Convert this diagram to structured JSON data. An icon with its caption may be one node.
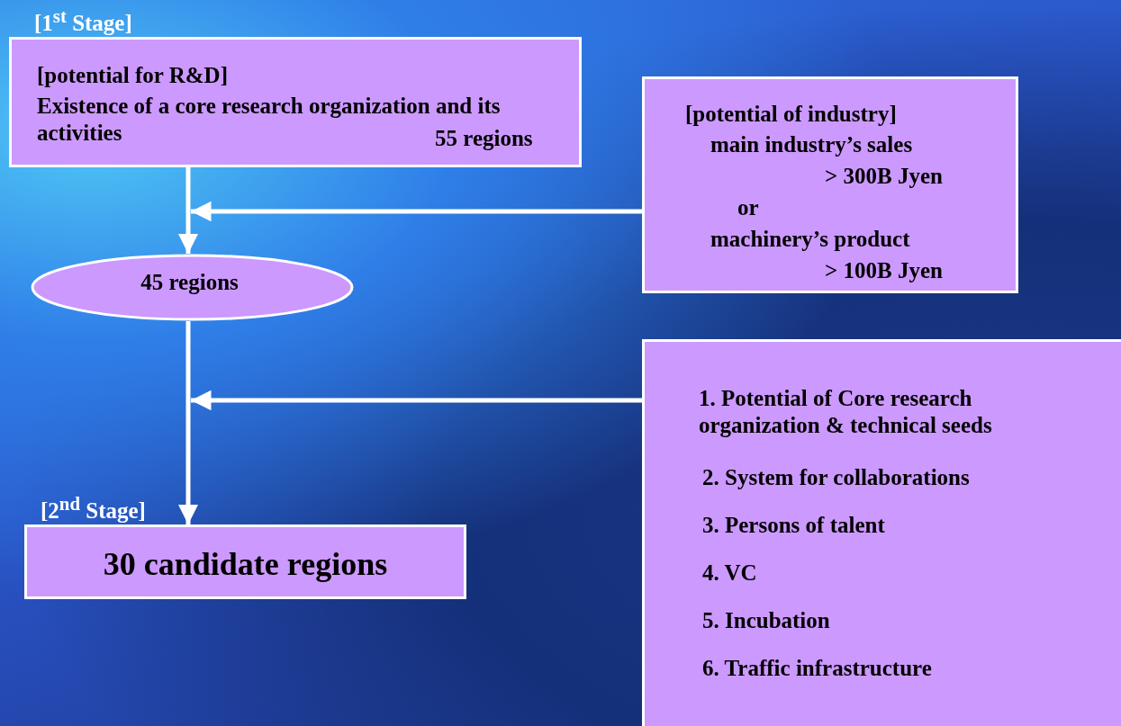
{
  "diagram": {
    "nodes": [
      {
        "text": [
          "[1$^{st}$ Stage]",
          "[potential for R&D]",
          "Existence of  a core research organization and its activities",
          "55 regions"
        ]
      },
      {
        "text": [
          "[potential of industry]",
          "main industry’s sales",
          "> 300B Jyen",
          "or",
          "machinery’s product",
          "> 100B Jyen"
        ]
      },
      {
        "text": [
          "45 regions"
        ]
      },
      {
        "text": [
          "1. Potential of Core research organization & technical seeds",
          "2.  System for collaborations",
          "3. Persons of talent",
          "4. VC",
          "5. Incubation",
          "6. Traffic infrastructure"
        ]
      },
      {
        "text": [
          "[2$^{nd}$ Stage]",
          "30 candidate regions"
        ]
      }
    ],
    "edges": [
      {
        "from": 0,
        "to": 2,
        "arrow": "to"
      },
      {
        "from": 1,
        "to": null,
        "arrow": "to"
      },
      {
        "from": 3,
        "to": null,
        "arrow": "to"
      },
      {
        "from": 2,
        "to": 4,
        "arrow": "to"
      }
    ]
  }
}
